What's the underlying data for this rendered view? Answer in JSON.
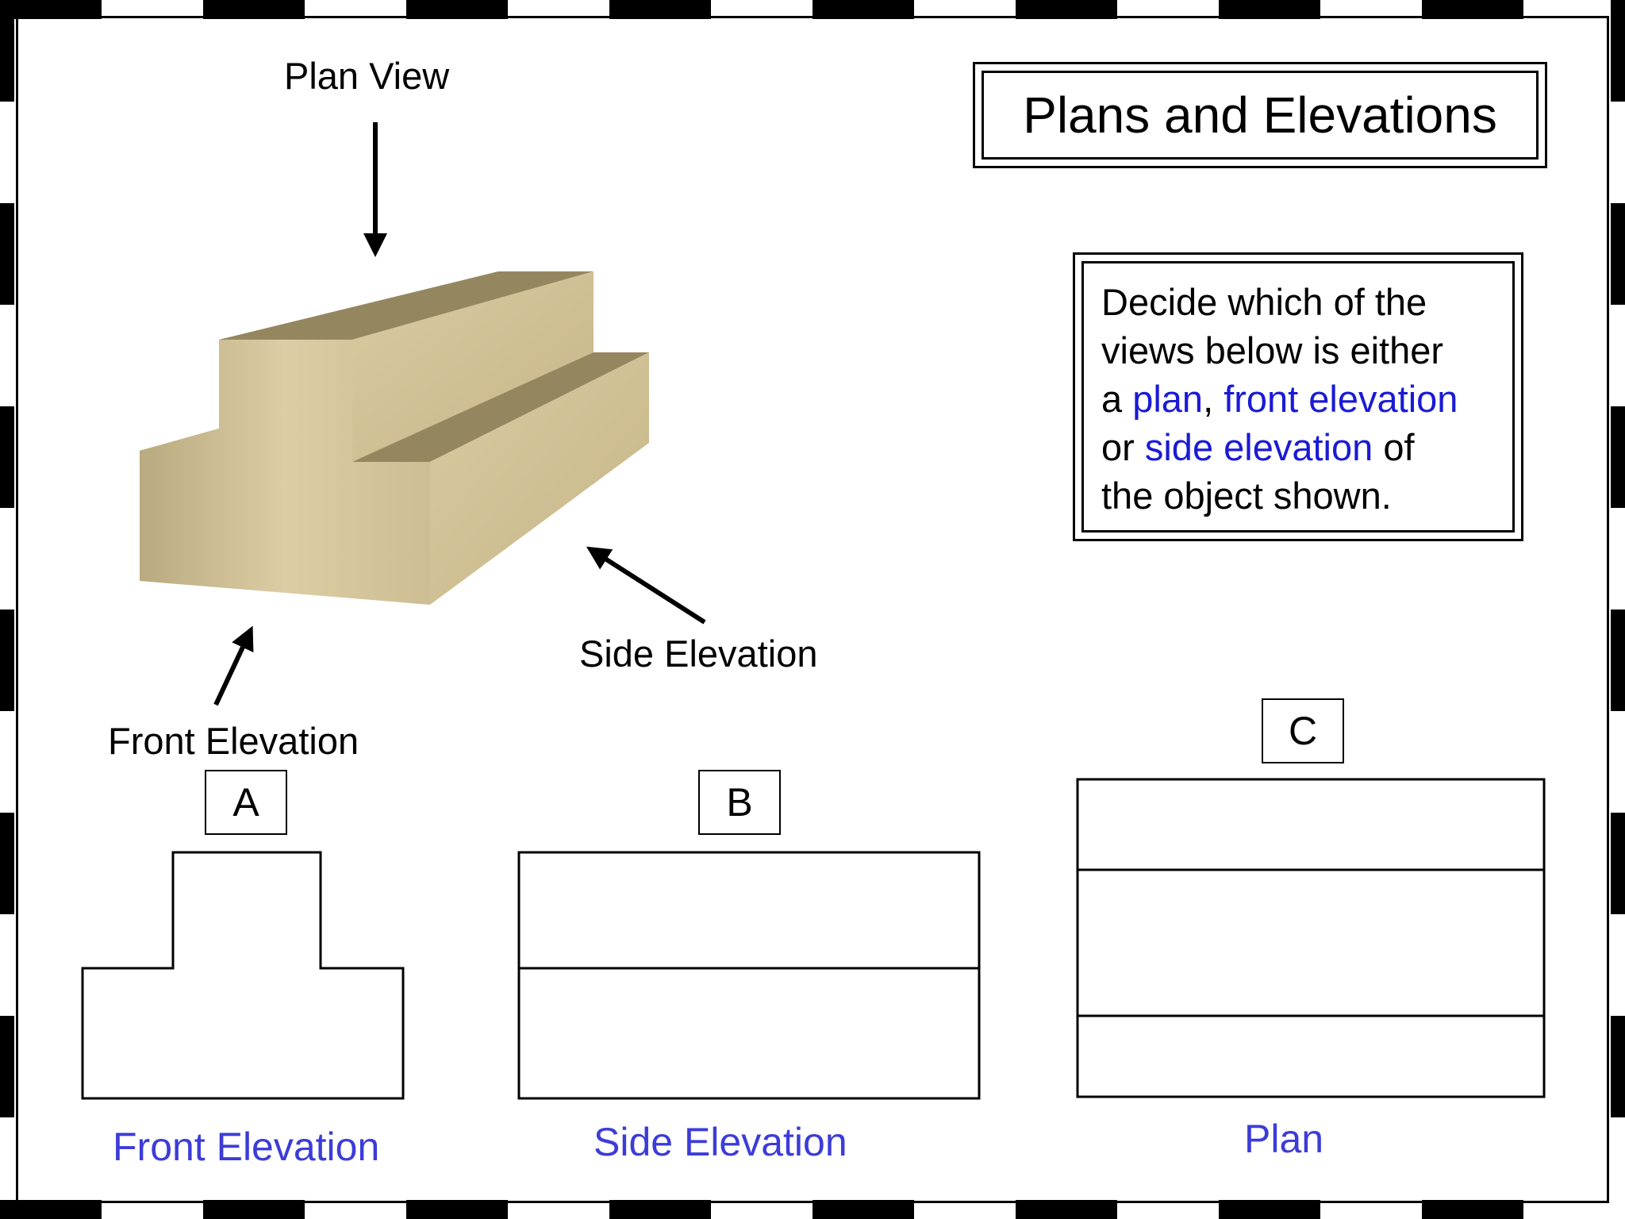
{
  "title": "Plans and Elevations",
  "instructions": {
    "line1": "Decide which of the",
    "line2": "views below is either",
    "line3_a": "a ",
    "line3_plan": "plan",
    "line3_comma": ", ",
    "line3_front": "front elevation",
    "line4_or": "or ",
    "line4_side": "side elevation",
    "line4_of": " of",
    "line5": "the object shown."
  },
  "object_labels": {
    "plan_view": "Plan View",
    "side_elevation": "Side Elevation",
    "front_elevation": "Front Elevation"
  },
  "views": [
    {
      "letter": "A",
      "answer": "Front Elevation"
    },
    {
      "letter": "B",
      "answer": "Side Elevation"
    },
    {
      "letter": "C",
      "answer": "Plan"
    }
  ],
  "colors": {
    "answer_text": "#3c3cd8",
    "highlight_text": "#1a1ad6",
    "block_light": "#d8c9a0",
    "block_mid": "#c9b98c",
    "block_dark": "#a89a70"
  }
}
